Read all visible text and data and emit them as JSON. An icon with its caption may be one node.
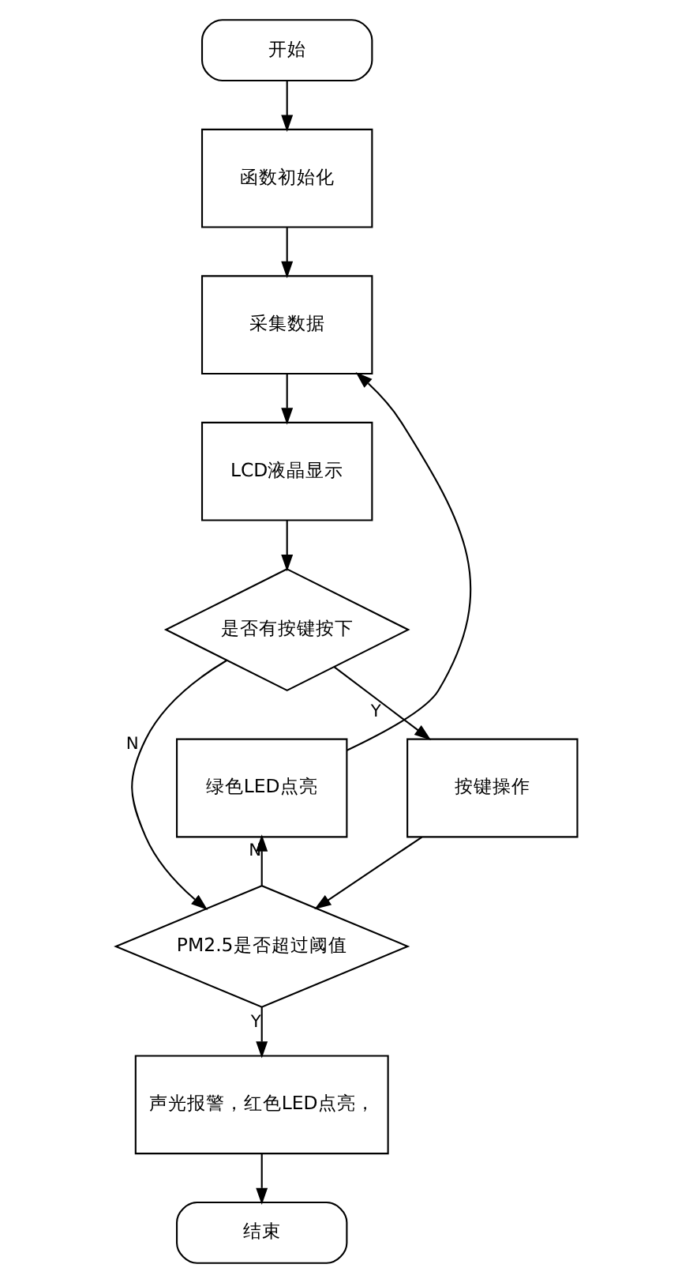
{
  "diagram": {
    "nodes": [
      {
        "text": [
          "开始"
        ]
      },
      {
        "text": [
          "函数初始化"
        ]
      },
      {
        "text": [
          "采集数据"
        ]
      },
      {
        "text": [
          "LCD液晶显示"
        ]
      },
      {
        "text": [
          "是否有按键按下"
        ]
      },
      {
        "text": [
          "绿色LED点亮"
        ]
      },
      {
        "text": [
          "按键操作"
        ]
      },
      {
        "text": [
          "PM2.5是否超过阈值"
        ]
      },
      {
        "text": [
          "声光报警，红色LED点亮，"
        ]
      },
      {
        "text": [
          "结束"
        ]
      }
    ],
    "edges": [
      {
        "from": 0,
        "to": 1,
        "arrow": "to"
      },
      {
        "from": 1,
        "to": 2,
        "arrow": "to"
      },
      {
        "from": 2,
        "to": 3,
        "arrow": "to"
      },
      {
        "from": 3,
        "to": 4,
        "arrow": "to"
      },
      {
        "from": 4,
        "to": 6,
        "arrow": "to",
        "label": "Y"
      },
      {
        "from": 4,
        "to": 7,
        "arrow": "to",
        "label": "N"
      },
      {
        "from": 6,
        "to": 7,
        "arrow": "to"
      },
      {
        "from": 7,
        "to": 5,
        "arrow": "to",
        "label": "N"
      },
      {
        "from": 5,
        "to": 2,
        "arrow": "to"
      },
      {
        "from": 7,
        "to": 8,
        "arrow": "to",
        "label": "Y"
      },
      {
        "from": 8,
        "to": 9,
        "arrow": "to"
      }
    ]
  }
}
